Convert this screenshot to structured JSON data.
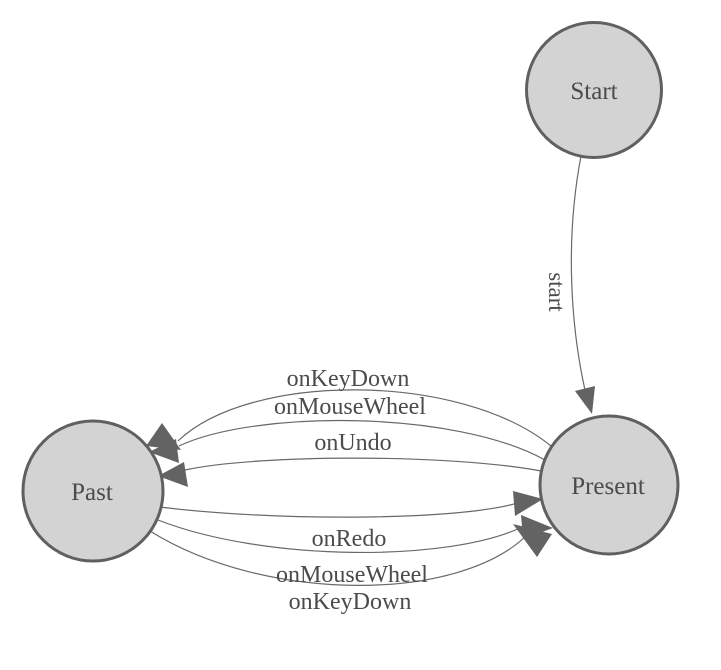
{
  "diagram": {
    "type": "state-machine",
    "background_color": "#ffffff",
    "node_fill": "#d3d3d3",
    "node_stroke": "#606060",
    "edge_color": "#696969",
    "arrow_color": "#636363",
    "label_color": "#4b4b4b",
    "nodes": [
      {
        "id": "start",
        "label": "Start"
      },
      {
        "id": "present",
        "label": "Present"
      },
      {
        "id": "past",
        "label": "Past"
      }
    ],
    "edges": [
      {
        "from": "Start",
        "to": "Present",
        "label": "start"
      },
      {
        "from": "Present",
        "to": "Past",
        "label": "onKeyDown"
      },
      {
        "from": "Present",
        "to": "Past",
        "label": "onMouseWheel"
      },
      {
        "from": "Present",
        "to": "Past",
        "label": "onUndo"
      },
      {
        "from": "Past",
        "to": "Present",
        "label": "onRedo"
      },
      {
        "from": "Past",
        "to": "Present",
        "label": "onMouseWheel"
      },
      {
        "from": "Past",
        "to": "Present",
        "label": "onKeyDown"
      }
    ]
  }
}
